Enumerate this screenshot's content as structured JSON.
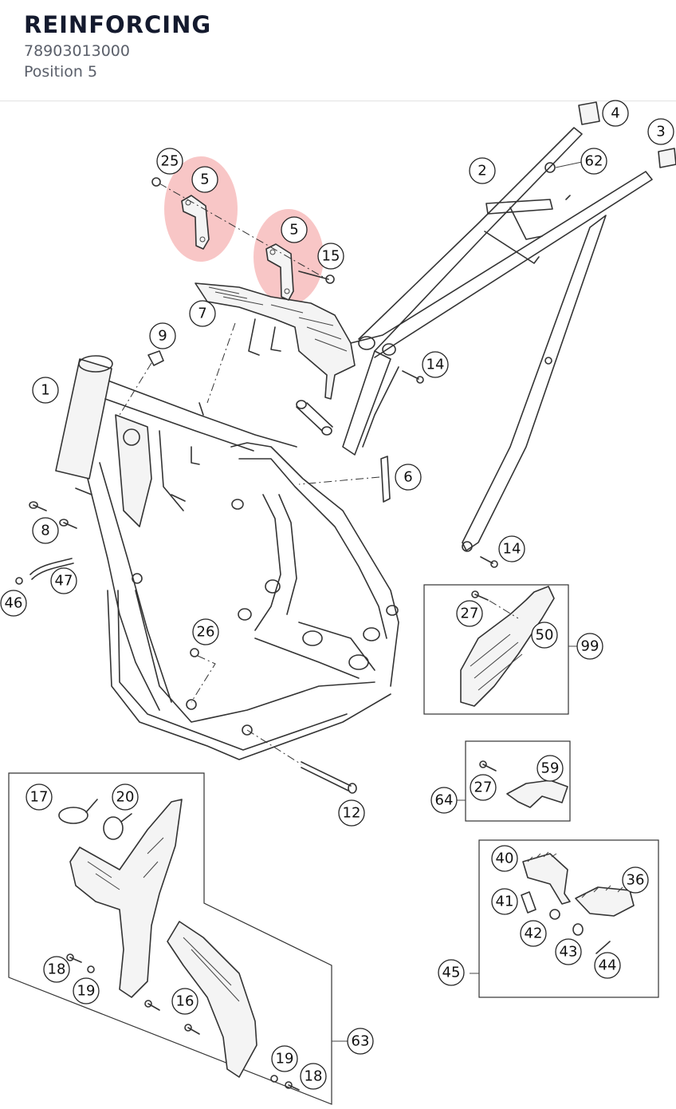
{
  "header": {
    "title": "REINFORCING",
    "part_number": "78903013000",
    "position": "Position 5"
  },
  "highlight_color": "#f08080",
  "callouts": {
    "c1": "1",
    "c2": "2",
    "c3": "3",
    "c4": "4",
    "c5a": "5",
    "c5b": "5",
    "c6": "6",
    "c7": "7",
    "c8": "8",
    "c9": "9",
    "c12": "12",
    "c14a": "14",
    "c14b": "14",
    "c15": "15",
    "c16": "16",
    "c17": "17",
    "c18a": "18",
    "c18b": "18",
    "c19a": "19",
    "c19b": "19",
    "c20": "20",
    "c25": "25",
    "c26": "26",
    "c27a": "27",
    "c27b": "27",
    "c36": "36",
    "c40": "40",
    "c41": "41",
    "c42": "42",
    "c43": "43",
    "c44": "44",
    "c45": "45",
    "c46": "46",
    "c47": "47",
    "c50": "50",
    "c59": "59",
    "c62": "62",
    "c63": "63",
    "c64": "64",
    "c99": "99"
  }
}
